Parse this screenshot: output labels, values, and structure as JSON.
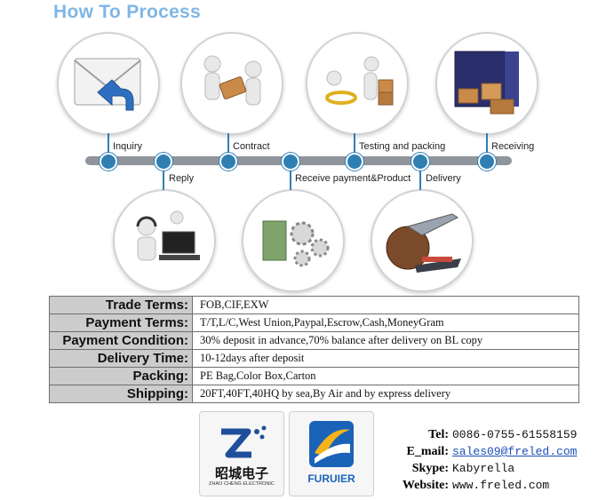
{
  "title": "How To Process",
  "steps": {
    "inquiry": "Inquiry",
    "reply": "Reply",
    "contract": "Contract",
    "receive_payment": "Receive payment&Product",
    "testing_packing": "Testing and packing",
    "delivery": "Delivery",
    "receiving": "Receiving"
  },
  "terms": [
    {
      "label": "Trade Terms:",
      "value": "FOB,CIF,EXW"
    },
    {
      "label": "Payment Terms:",
      "value": "T/T,L/C,West Union,Paypal,Escrow,Cash,MoneyGram"
    },
    {
      "label": "Payment Condition:",
      "value": "30% deposit in advance,70% balance after delivery on BL copy"
    },
    {
      "label": "Delivery Time:",
      "value": "10-12days after deposit"
    },
    {
      "label": "Packing:",
      "value": "PE Bag,Color Box,Carton"
    },
    {
      "label": "Shipping:",
      "value": "20FT,40FT,40HQ by sea,By Air and by express delivery"
    }
  ],
  "logos": {
    "zhaocheng_cn": "昭城电子",
    "zhaocheng_en": "ZHAO CHENG ELECTRONIC",
    "furuier": "FURUIER"
  },
  "contact": {
    "tel_label": "Tel:",
    "tel": "0086-0755-61558159",
    "email_label": "E_mail:",
    "email": "sales09@freled.com",
    "skype_label": "Skype:",
    "skype": "Kabyrella",
    "website_label": "Website:",
    "website": "www.freled.com"
  },
  "colors": {
    "title": "#7fb6e6",
    "accent": "#2f7fb3",
    "table_label_bg": "#cccccc",
    "link": "#1a4fb8"
  }
}
